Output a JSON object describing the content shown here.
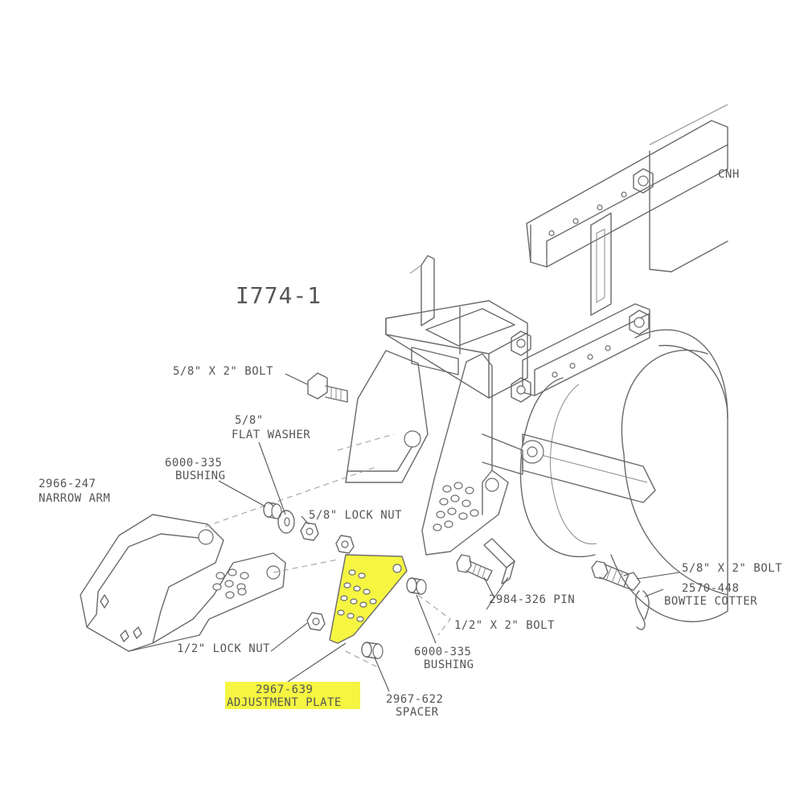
{
  "diagram_id": "I774-1",
  "brand": "CNH",
  "highlight_color": "#f5f542",
  "ink_color": "#6a6a6a",
  "parts": {
    "bolt_top_left": {
      "size": "5/8\" X 2\" BOLT"
    },
    "flat_washer": {
      "size": "5/8\"",
      "name": "FLAT WASHER"
    },
    "bushing_left": {
      "number": "6000-335",
      "name": "BUSHING"
    },
    "narrow_arm": {
      "number": "2966-247",
      "name": "NARROW ARM"
    },
    "lock_nut_top": {
      "size": "5/8\" LOCK NUT"
    },
    "lock_nut_bottom": {
      "size": "1/2\" LOCK NUT"
    },
    "adjustment_plate": {
      "number": "2967-639",
      "name": "ADJUSTMENT PLATE"
    },
    "spacer": {
      "number": "2967-622",
      "name": "SPACER"
    },
    "bushing_right": {
      "number": "6000-335",
      "name": "BUSHING"
    },
    "bolt_small": {
      "size": "1/2\" X 2\" BOLT"
    },
    "pin": {
      "label": "2984-326 PIN"
    },
    "bolt_right": {
      "size": "5/8\" X 2\" BOLT"
    },
    "cotter": {
      "number": "2570-448",
      "name": "BOWTIE COTTER"
    }
  }
}
